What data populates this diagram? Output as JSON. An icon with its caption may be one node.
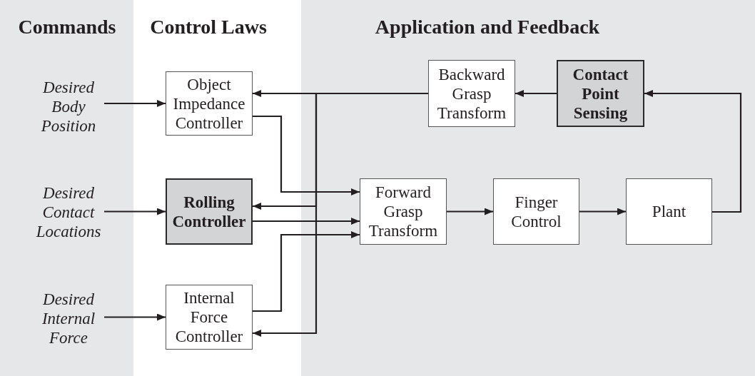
{
  "diagram": {
    "nodes": [
      {
        "text": [
          "Commands"
        ]
      },
      {
        "text": [
          "Control Laws"
        ]
      },
      {
        "text": [
          "Application and Feedback"
        ]
      },
      {
        "text": [
          "Desired Body Position"
        ],
        "in": 0
      },
      {
        "text": [
          "Desired Contact Locations"
        ],
        "in": 0
      },
      {
        "text": [
          "Desired Internal Force"
        ],
        "in": 0
      },
      {
        "text": [
          "Object Impedance Controller"
        ],
        "in": 1
      },
      {
        "text": [
          "Rolling Controller"
        ],
        "in": 1
      },
      {
        "text": [
          "Internal Force Controller"
        ],
        "in": 1
      },
      {
        "text": [
          "Backward Grasp Transform"
        ],
        "in": 2
      },
      {
        "text": [
          "Contact Point Sensing"
        ],
        "in": 2
      },
      {
        "text": [
          "Forward Grasp Transform"
        ],
        "in": 2
      },
      {
        "text": [
          "Finger Control"
        ],
        "in": 2
      },
      {
        "text": [
          "Plant"
        ],
        "in": 2
      }
    ],
    "edges": [
      {
        "from": 3,
        "to": 6,
        "arrow": "to"
      },
      {
        "from": 4,
        "to": 7,
        "arrow": "to"
      },
      {
        "from": 5,
        "to": 8,
        "arrow": "to"
      },
      {
        "from": 6,
        "to": 11,
        "arrow": "to"
      },
      {
        "from": 7,
        "to": 11,
        "arrow": "to"
      },
      {
        "from": 8,
        "to": 11,
        "arrow": "to"
      },
      {
        "from": 11,
        "to": 12,
        "arrow": "to"
      },
      {
        "from": 12,
        "to": 13,
        "arrow": "to"
      },
      {
        "from": 13,
        "to": 10,
        "arrow": "to"
      },
      {
        "from": 10,
        "to": 9,
        "arrow": "to"
      },
      {
        "from": 9,
        "to": 6,
        "arrow": "to"
      },
      {
        "from": 9,
        "to": 7,
        "arrow": "to"
      },
      {
        "from": 9,
        "to": 8,
        "arrow": "to"
      }
    ]
  }
}
